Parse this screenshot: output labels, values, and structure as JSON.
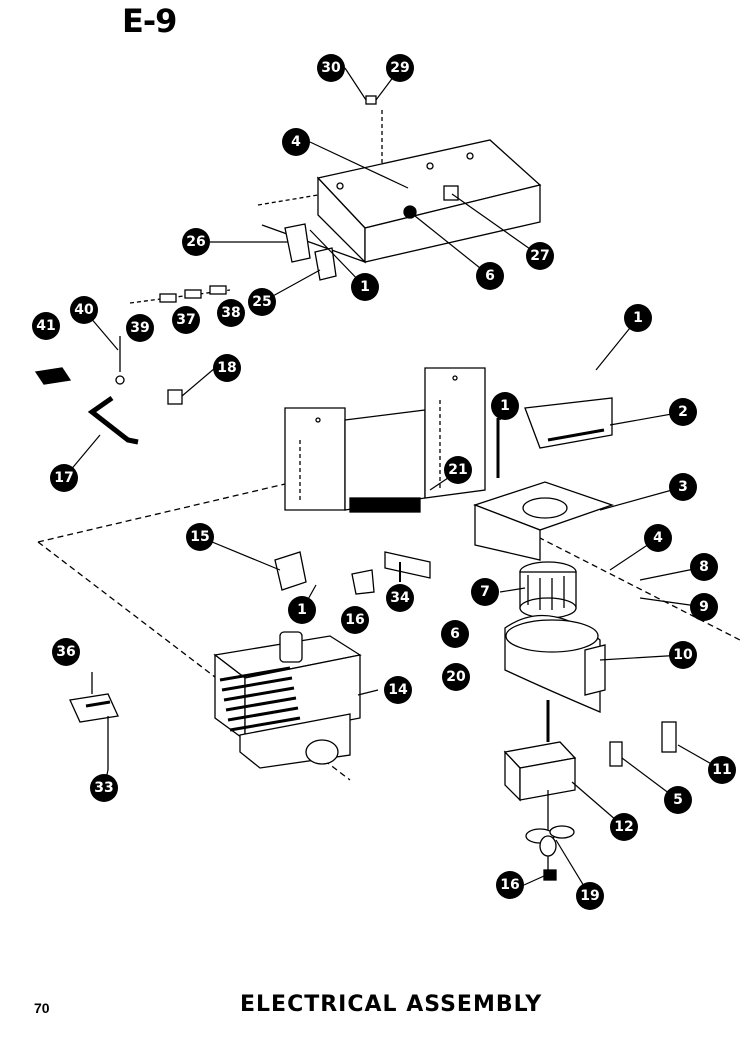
{
  "header": {
    "sheet_code": "E-9"
  },
  "footer": {
    "page_number": "70",
    "title": "ELECTRICAL ASSEMBLY"
  },
  "callouts": [
    "30",
    "29",
    "4",
    "6",
    "27",
    "26",
    "1",
    "25",
    "40",
    "41",
    "39",
    "37",
    "38",
    "18",
    "17",
    "1",
    "2",
    "1",
    "3",
    "21",
    "15",
    "1",
    "16",
    "34",
    "4",
    "8",
    "7",
    "9",
    "6",
    "36",
    "10",
    "20",
    "14",
    "11",
    "5",
    "12",
    "33",
    "16",
    "19"
  ]
}
